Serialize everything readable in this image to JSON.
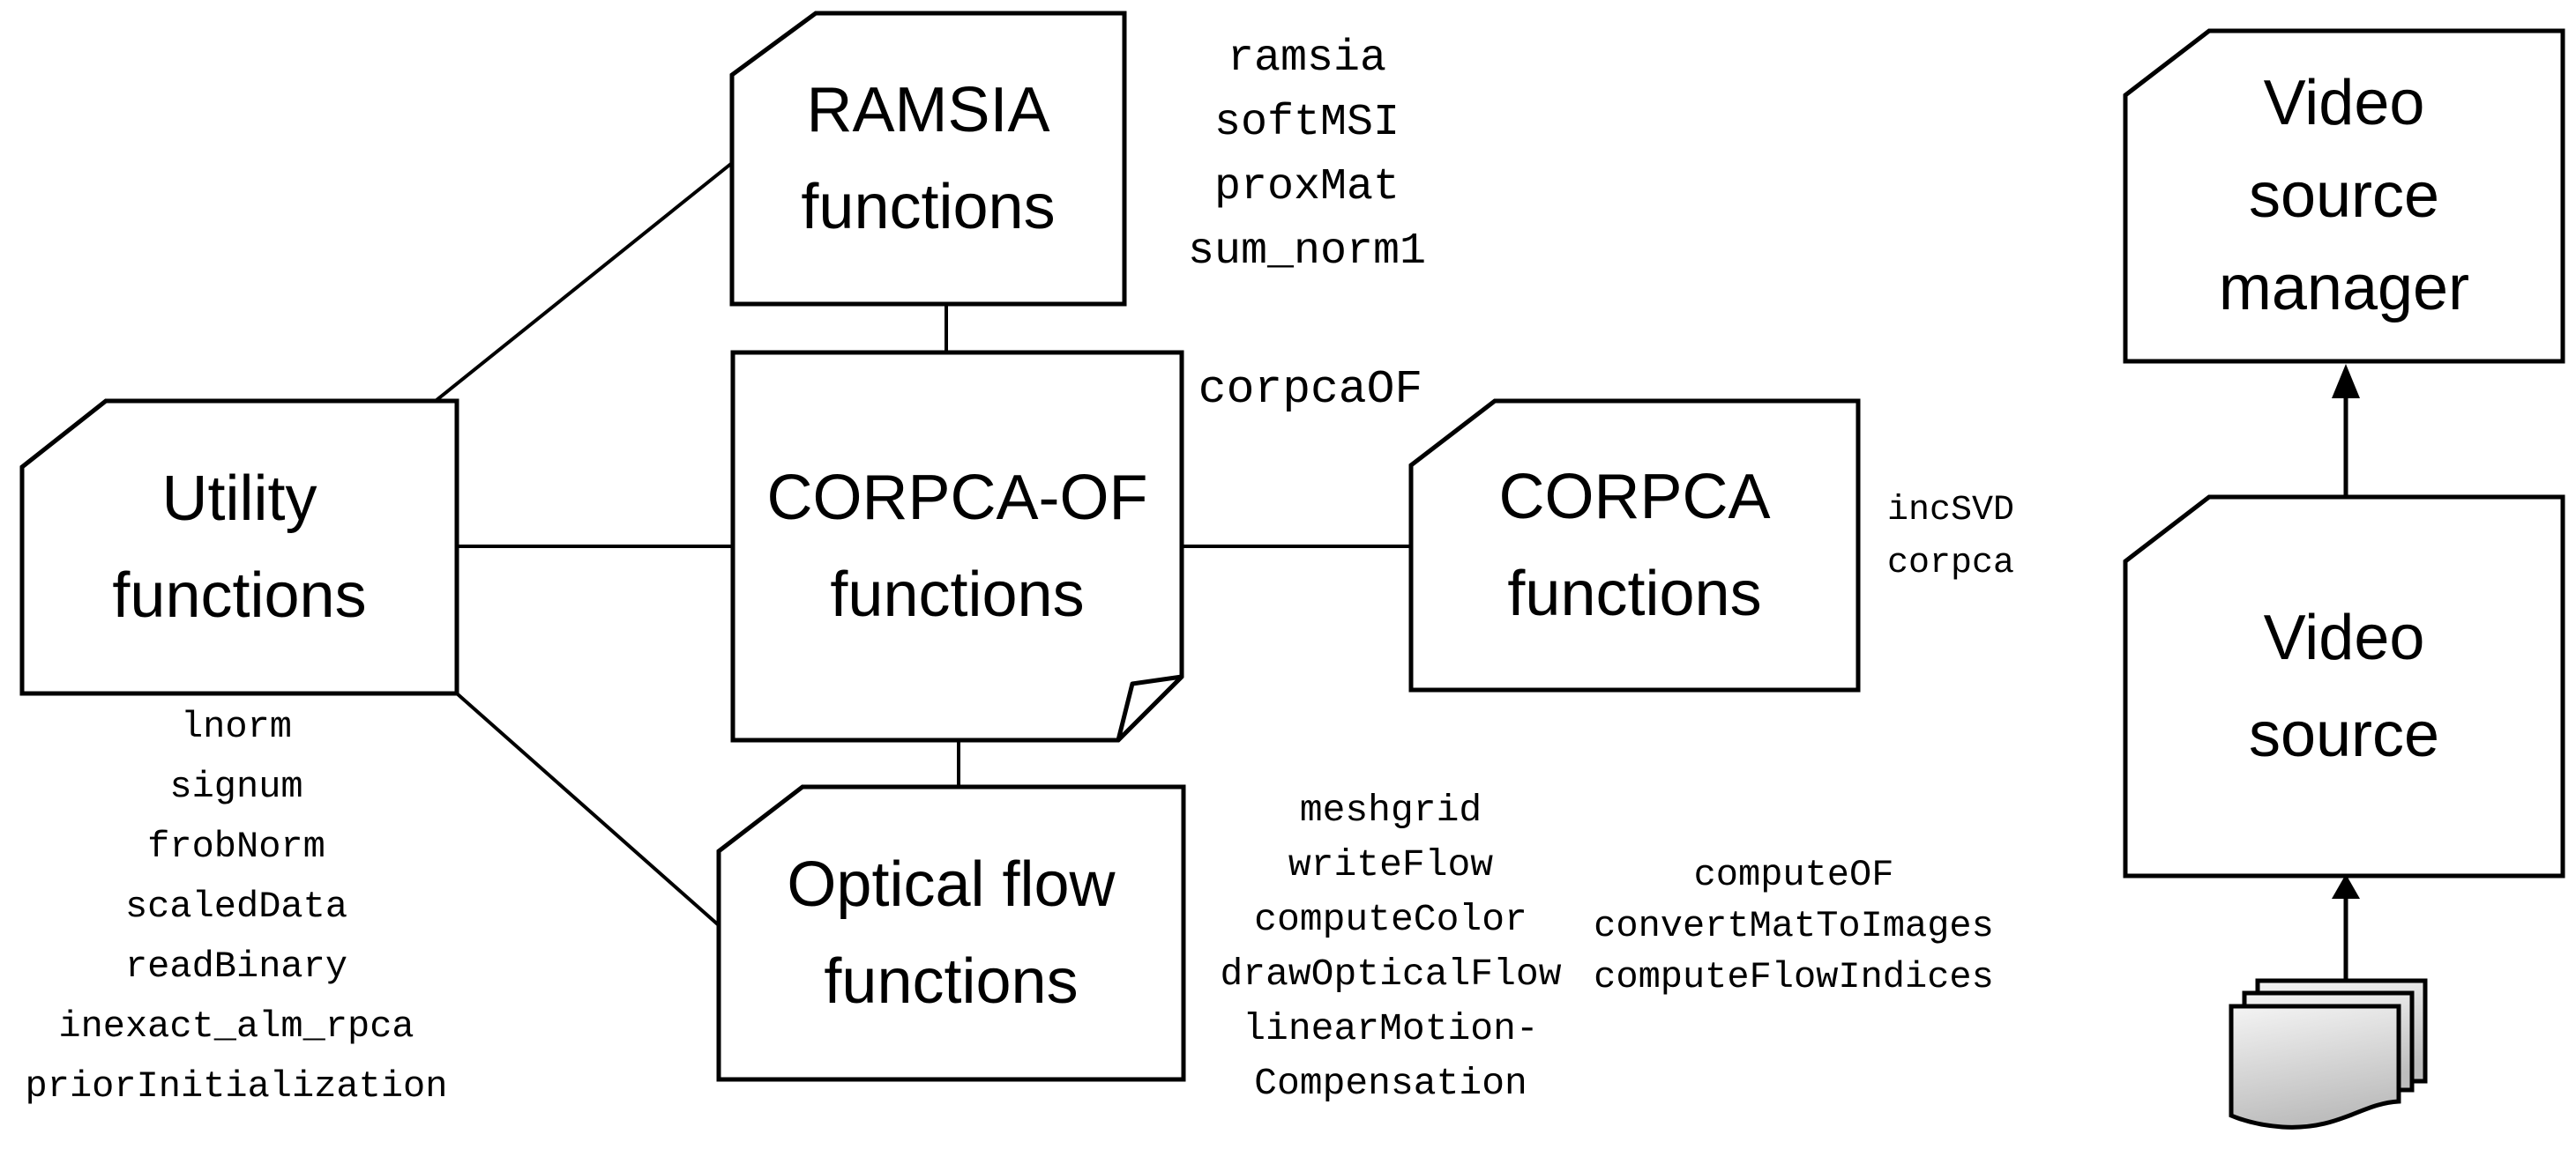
{
  "diagram": {
    "boxes": {
      "ramsia": {
        "title_lines": [
          "RAMSIA",
          "functions"
        ]
      },
      "corpca_of": {
        "title_lines": [
          "CORPCA-OF",
          "functions"
        ]
      },
      "utility": {
        "title_lines": [
          "Utility",
          "functions"
        ]
      },
      "corpca": {
        "title_lines": [
          "CORPCA",
          "functions"
        ]
      },
      "optical_flow": {
        "title_lines": [
          "Optical flow",
          "functions"
        ]
      },
      "video_source_manager": {
        "title_lines": [
          "Video",
          "source",
          "manager"
        ]
      },
      "video_source": {
        "title_lines": [
          "Video",
          "source"
        ]
      }
    },
    "labels": {
      "ramsia_functions": [
        "ramsia",
        "softMSI",
        "proxMat",
        "sum_norm1"
      ],
      "corpca_of_function": "corpcaOF",
      "utility_functions": [
        "lnorm",
        "signum",
        "frobNorm",
        "scaledData",
        "readBinary",
        "inexact_alm_rpca",
        "priorInitialization"
      ],
      "corpca_functions": [
        "incSVD",
        "corpca"
      ],
      "optical_flow_functions_col1": [
        "meshgrid",
        "writeFlow",
        "computeColor",
        "drawOpticalFlow",
        "linearMotion-",
        "Compensation"
      ],
      "optical_flow_functions_col2": [
        "computeOF",
        "convertMatToImages",
        "computeFlowIndices"
      ]
    },
    "icons": {
      "document_stack": "document-stack-icon",
      "arrow_up": "arrow-up-icon"
    },
    "colors": {
      "line": "#000000",
      "box_fill": "#ffffff",
      "page_fill_light": "#f2f2f2",
      "page_fill_dark": "#bdbdbd"
    }
  }
}
